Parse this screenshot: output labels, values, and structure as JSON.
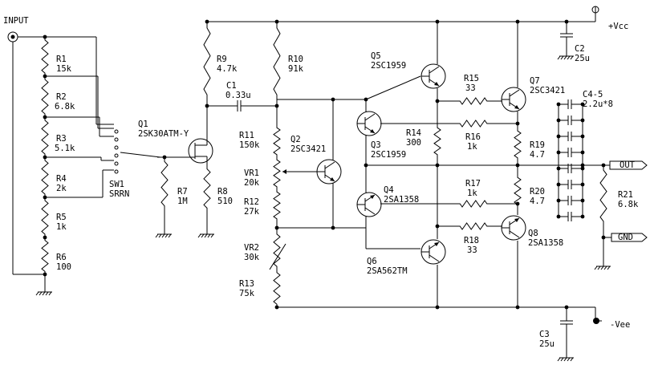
{
  "terminals": {
    "input": "INPUT",
    "vcc": "+Vcc",
    "vee": "-Vee",
    "out": "OUT",
    "gnd": "GND"
  },
  "components": {
    "R1": {
      "name": "R1",
      "value": "15k"
    },
    "R2": {
      "name": "R2",
      "value": "6.8k"
    },
    "R3": {
      "name": "R3",
      "value": "5.1k"
    },
    "R4": {
      "name": "R4",
      "value": "2k"
    },
    "R5": {
      "name": "R5",
      "value": "1k"
    },
    "R6": {
      "name": "R6",
      "value": "100"
    },
    "SW1": {
      "name": "SW1",
      "value": "SRRN"
    },
    "Q1": {
      "name": "Q1",
      "value": "2SK30ATM-Y"
    },
    "R7": {
      "name": "R7",
      "value": "1M"
    },
    "R8": {
      "name": "R8",
      "value": "510"
    },
    "R9": {
      "name": "R9",
      "value": "4.7k"
    },
    "C1": {
      "name": "C1",
      "value": "0.33u"
    },
    "R10": {
      "name": "R10",
      "value": "91k"
    },
    "R11": {
      "name": "R11",
      "value": "150k"
    },
    "VR1": {
      "name": "VR1",
      "value": "20k"
    },
    "R12": {
      "name": "R12",
      "value": "27k"
    },
    "VR2": {
      "name": "VR2",
      "value": "30k"
    },
    "R13": {
      "name": "R13",
      "value": "75k"
    },
    "Q2": {
      "name": "Q2",
      "value": "2SC3421"
    },
    "Q5": {
      "name": "Q5",
      "value": "2SC1959"
    },
    "Q3": {
      "name": "Q3",
      "value": "2SC1959"
    },
    "R14": {
      "name": "R14",
      "value": "300"
    },
    "Q4": {
      "name": "Q4",
      "value": "2SA1358"
    },
    "Q6": {
      "name": "Q6",
      "value": "2SA562TM"
    },
    "R15": {
      "name": "R15",
      "value": "33"
    },
    "R16": {
      "name": "R16",
      "value": "1k"
    },
    "R17": {
      "name": "R17",
      "value": "1k"
    },
    "R18": {
      "name": "R18",
      "value": "33"
    },
    "Q7": {
      "name": "Q7",
      "value": "2SC3421"
    },
    "Q8": {
      "name": "Q8",
      "value": "2SA1358"
    },
    "R19": {
      "name": "R19",
      "value": "4.7"
    },
    "R20": {
      "name": "R20",
      "value": "4.7"
    },
    "C2": {
      "name": "C2",
      "value": "25u"
    },
    "C3": {
      "name": "C3",
      "value": "25u"
    },
    "C45": {
      "name": "C4-5",
      "value": "2.2u*8"
    },
    "R21": {
      "name": "R21",
      "value": "6.8k"
    }
  }
}
